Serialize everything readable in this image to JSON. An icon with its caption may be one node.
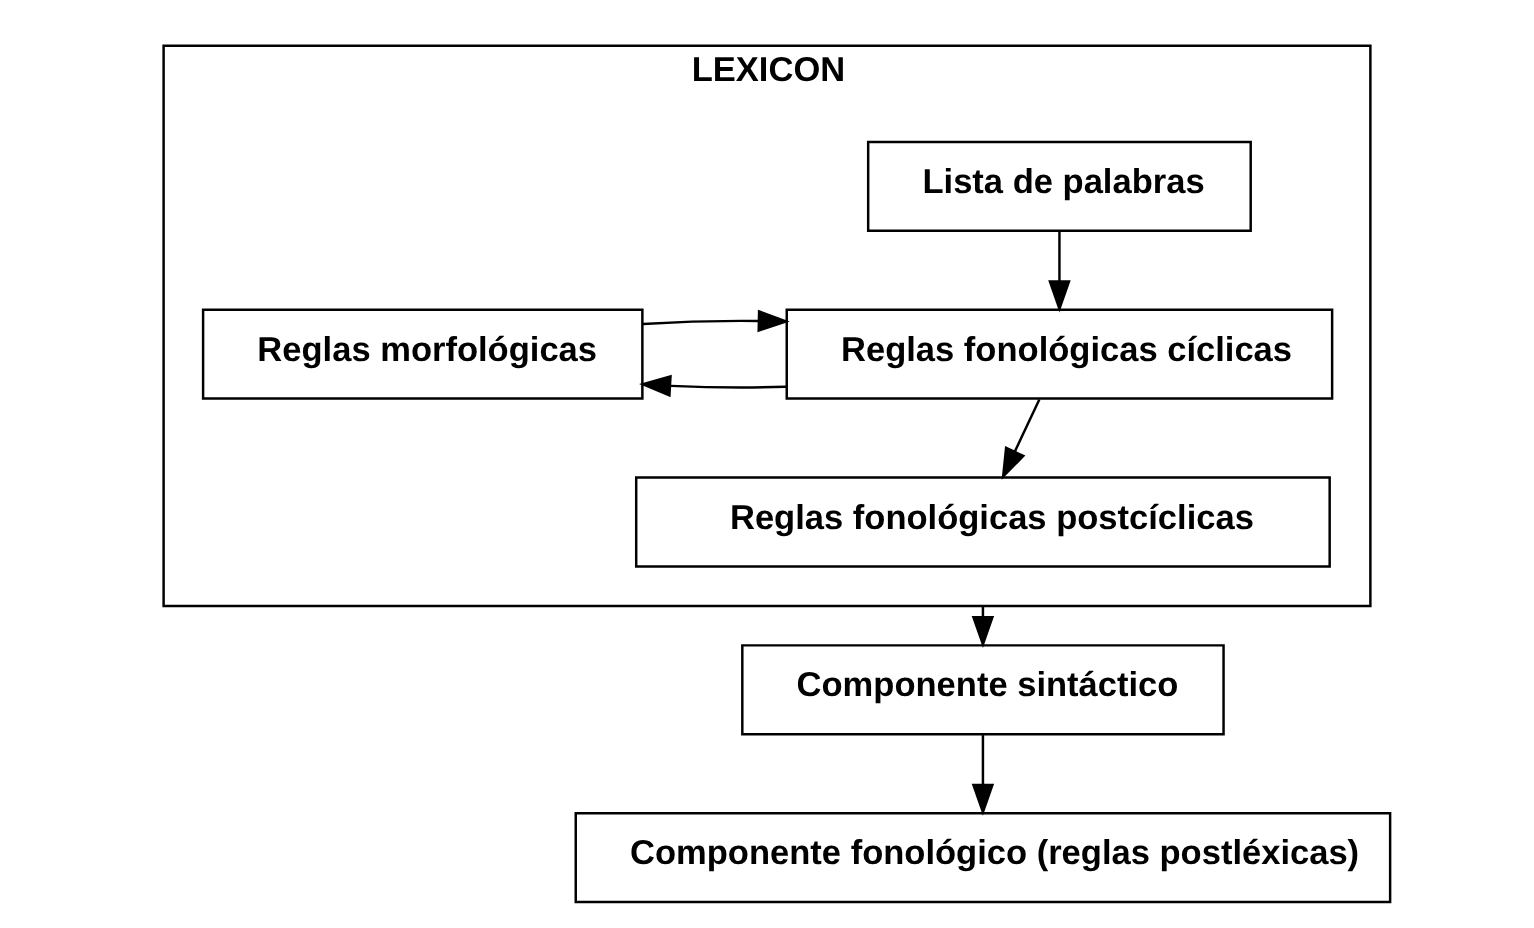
{
  "diagram": {
    "nodes": [
      {
        "text": [
          "LEXICON"
        ]
      },
      {
        "text": [
          "Lista de palabras"
        ],
        "in": 0
      },
      {
        "text": [
          "Reglas morfológicas"
        ],
        "in": 0
      },
      {
        "text": [
          "Reglas fonológicas cíclicas"
        ],
        "in": 0
      },
      {
        "text": [
          "Reglas fonológicas postcíclicas"
        ],
        "in": 0
      },
      {
        "text": [
          "Componente sintáctico"
        ]
      },
      {
        "text": [
          "Componente fonológico (reglas postléxicas)"
        ]
      }
    ],
    "edges": [
      {
        "from": 1,
        "to": 3,
        "arrow": "to"
      },
      {
        "from": 3,
        "to": 2,
        "arrow": "to"
      },
      {
        "from": 2,
        "to": 3,
        "arrow": "to"
      },
      {
        "from": 3,
        "to": 4,
        "arrow": "to"
      },
      {
        "from": 0,
        "to": 5,
        "arrow": "to"
      },
      {
        "from": 5,
        "to": 6,
        "arrow": "to"
      }
    ]
  }
}
